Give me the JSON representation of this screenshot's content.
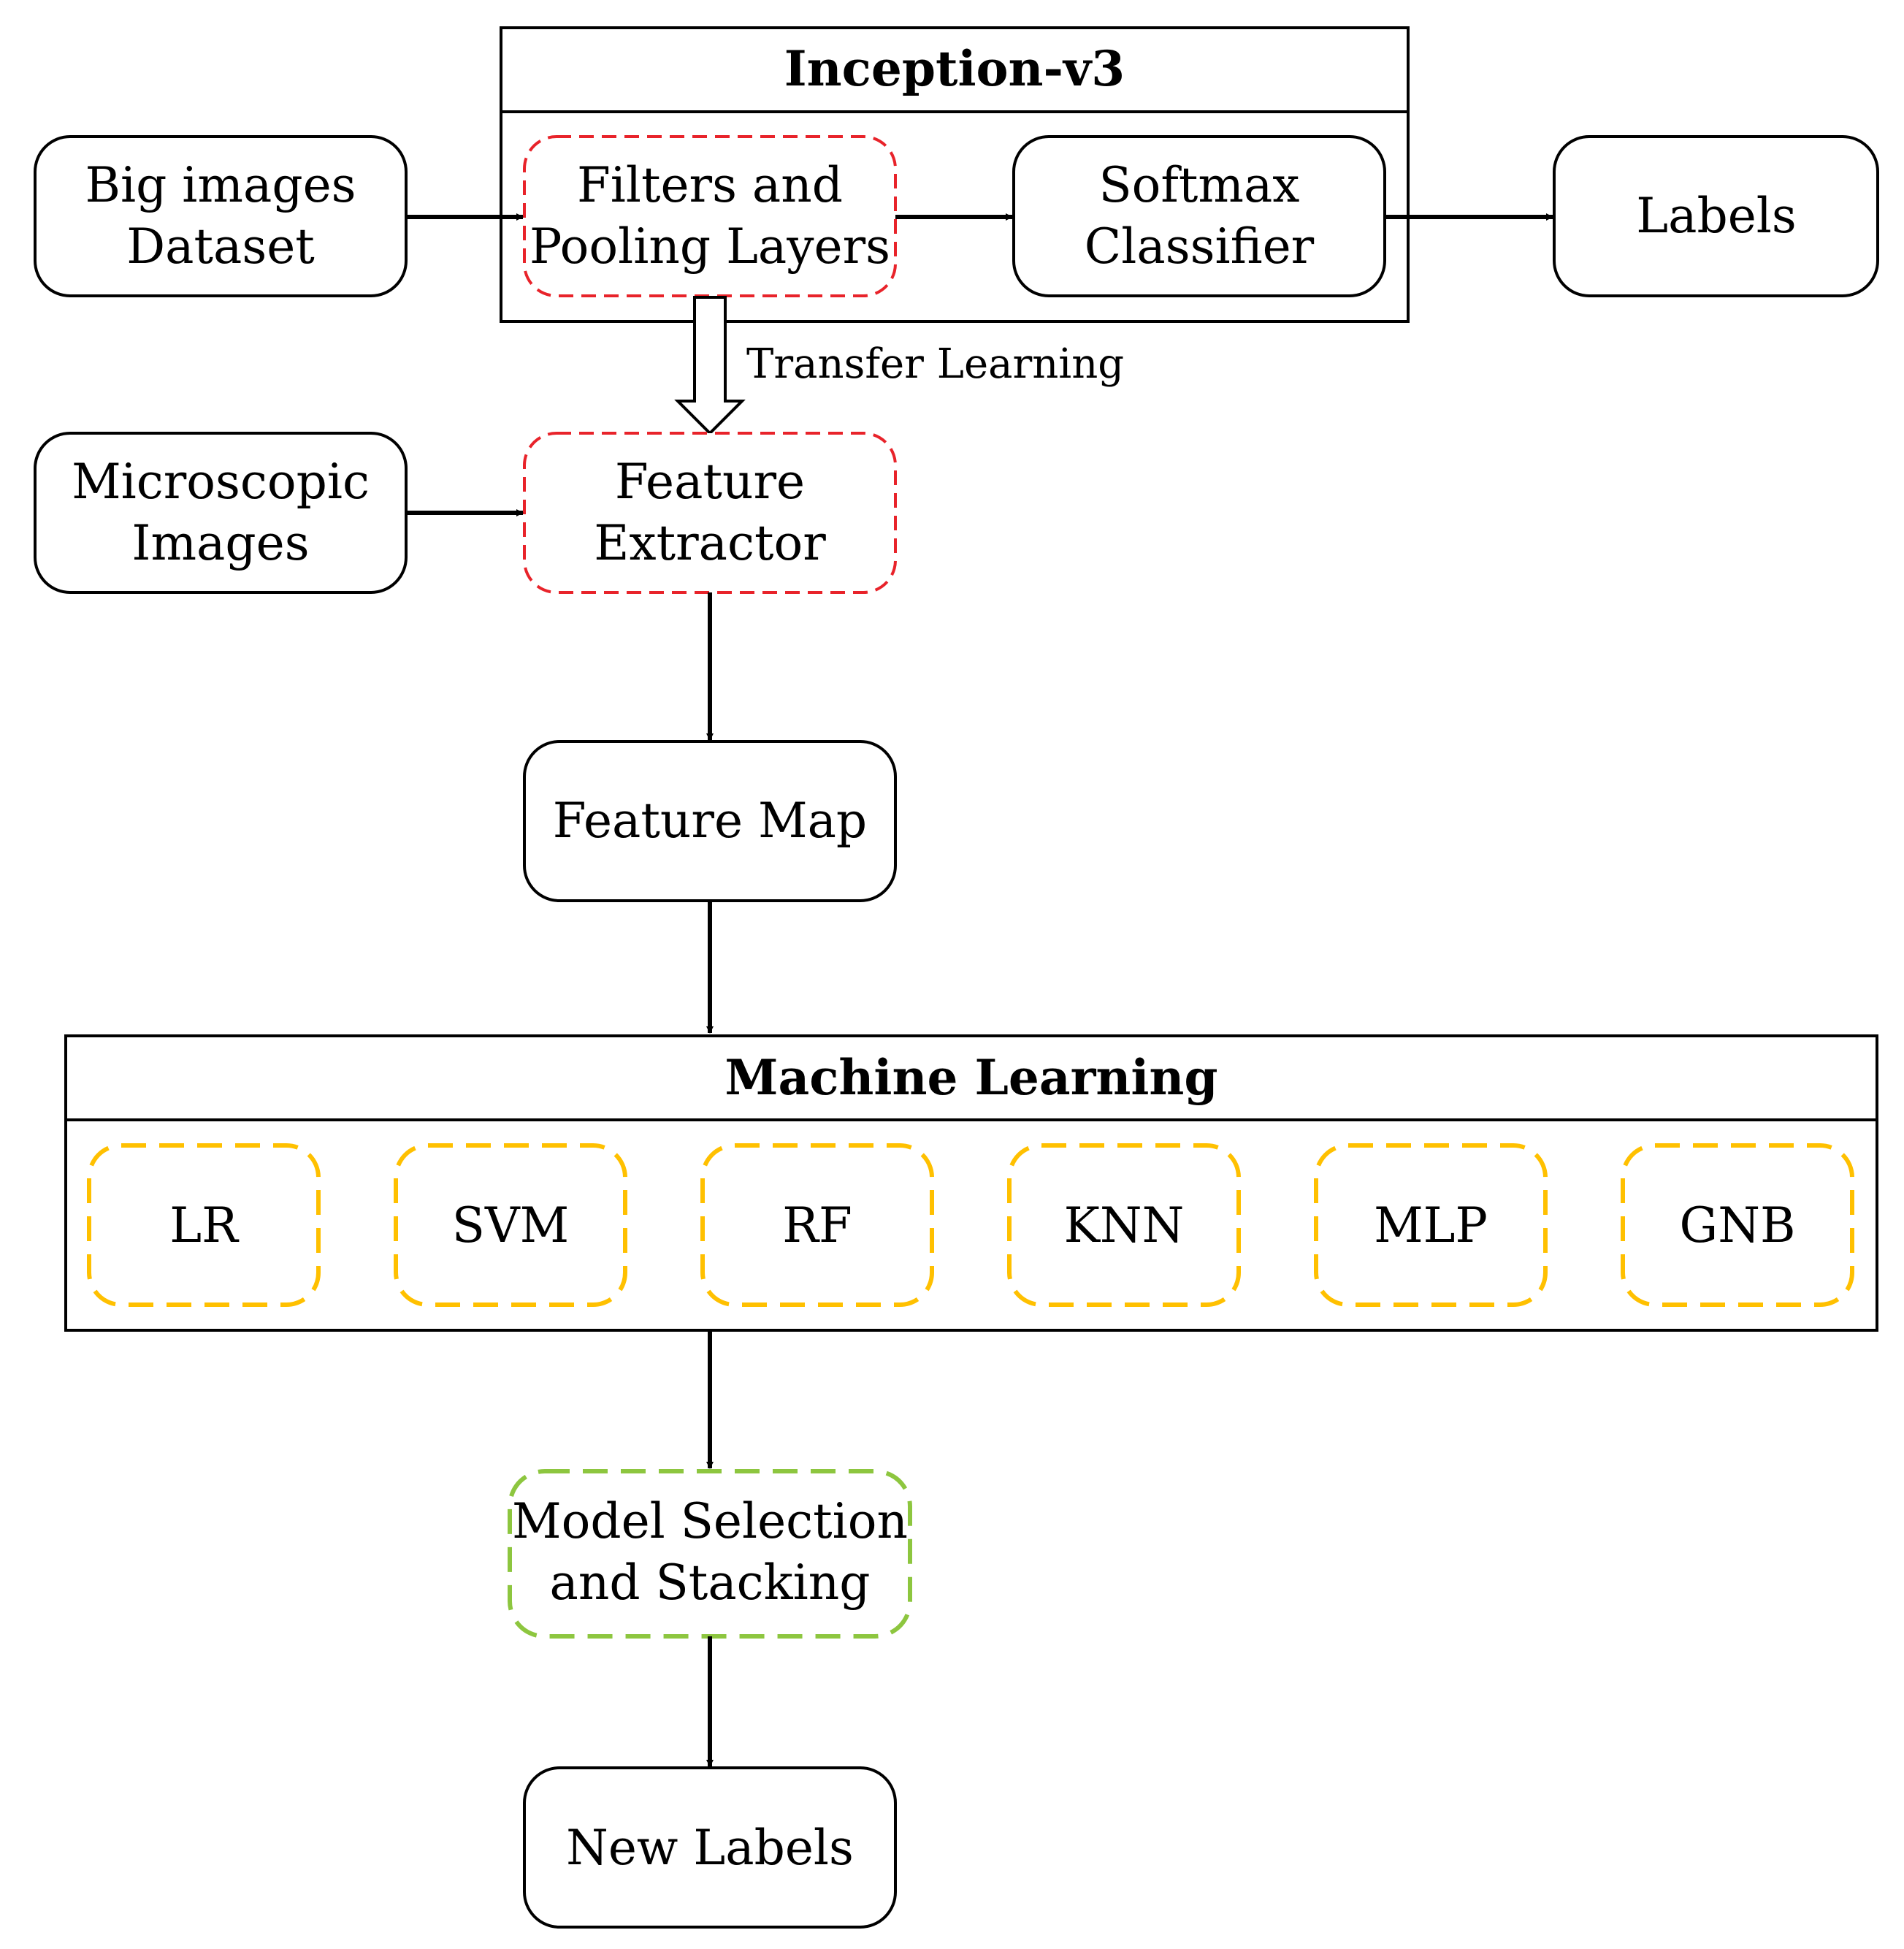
{
  "containers": {
    "inception": {
      "title": "Inception-v3"
    },
    "machine_learning": {
      "title": "Machine Learning"
    }
  },
  "nodes": {
    "big_images": {
      "line1": "Big images",
      "line2": "Dataset"
    },
    "filters_pooling": {
      "line1": "Filters and",
      "line2": "Pooling Layers"
    },
    "softmax": {
      "line1": "Softmax",
      "line2": "Classifier"
    },
    "labels": {
      "label": "Labels"
    },
    "microscopic": {
      "line1": "Microscopic",
      "line2": "Images"
    },
    "feature_extractor": {
      "line1": "Feature",
      "line2": "Extractor"
    },
    "feature_map": {
      "label": "Feature Map"
    },
    "model_selection": {
      "line1": "Model Selection",
      "line2": "and Stacking"
    },
    "new_labels": {
      "label": "New Labels"
    }
  },
  "ml_models": [
    "LR",
    "SVM",
    "RF",
    "KNN",
    "MLP",
    "GNB"
  ],
  "annotations": {
    "transfer_learning": "Transfer Learning"
  },
  "colors": {
    "line": "#000000",
    "transferred_dash": "#e8232a",
    "model_dash": "#ffc000",
    "stacking_dash": "#8dc63f"
  }
}
